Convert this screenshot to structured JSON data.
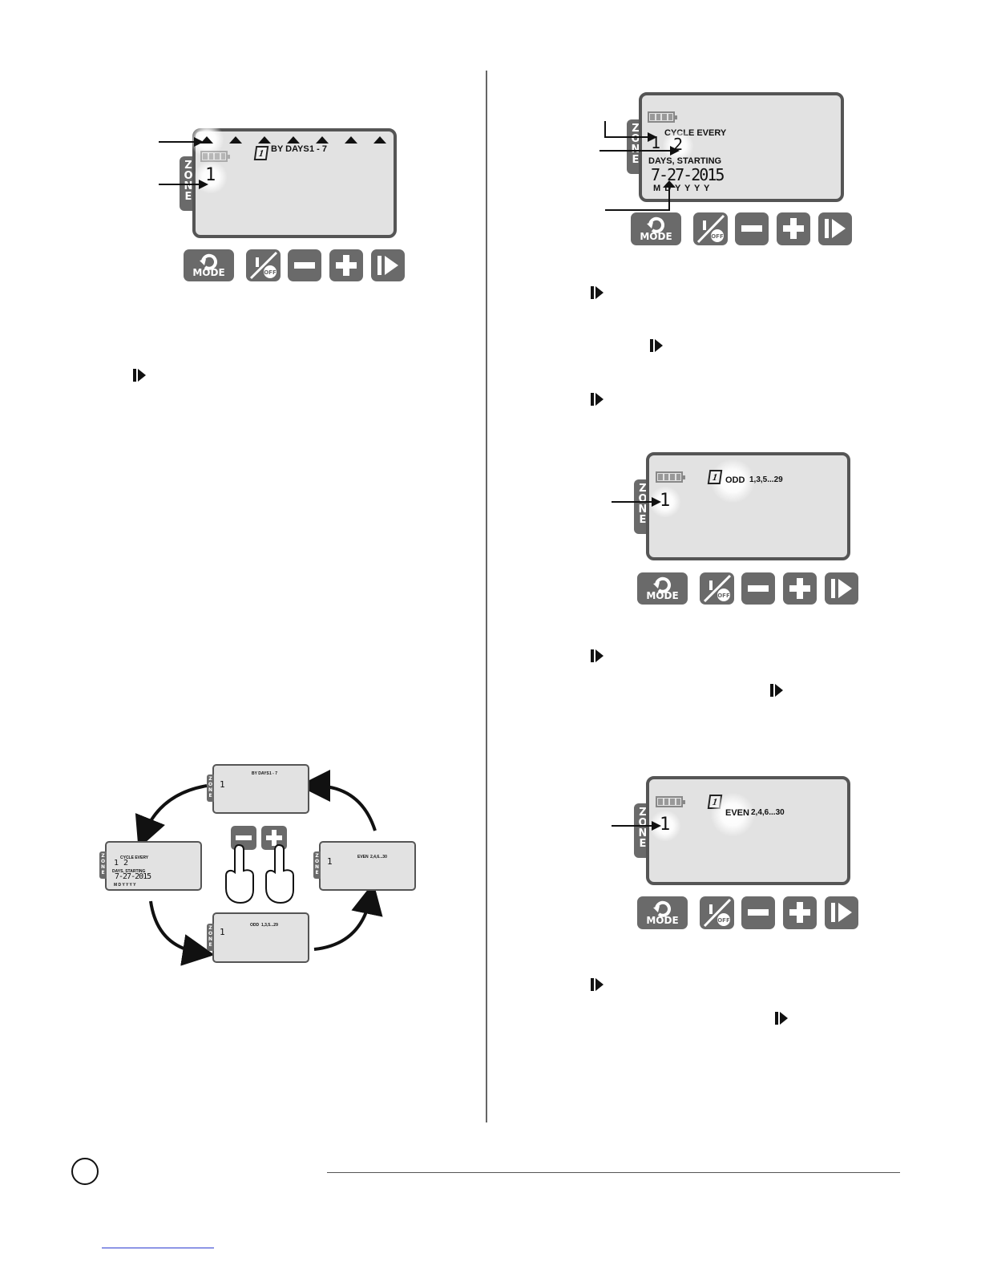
{
  "screens": {
    "by_days": {
      "zone_label": "ZONE",
      "zone_value": "1",
      "mode_text": "BY DAYS",
      "range_text": "1 - 7",
      "calendar_digit": "1"
    },
    "cycle": {
      "zone_label": "ZONE",
      "zone_value": "1",
      "cycle_label": "CYCLE EVERY",
      "cycle_value": "2",
      "days_starting": "DAYS, STARTING",
      "date_value": "7-27-2015",
      "date_format": "M   D Y Y Y Y"
    },
    "odd": {
      "zone_label": "ZONE",
      "zone_value": "1",
      "mode_text": "ODD",
      "range_text": "1,3,5...29",
      "calendar_digit": "1"
    },
    "even": {
      "zone_label": "ZONE",
      "zone_value": "1",
      "mode_text": "EVEN",
      "range_text": "2,4,6...30",
      "calendar_digit": "1"
    }
  },
  "cycle_diagram": {
    "by_days": {
      "mode_text": "BY DAYS",
      "range_text": "1 - 7",
      "zone_value": "1"
    },
    "cycle": {
      "cycle_label": "CYCLE EVERY",
      "cycle_value": "1  2",
      "days_starting": "DAYS, STARTING",
      "date_value": "7-27-2015",
      "date_format": "M  D Y Y Y Y"
    },
    "odd": {
      "mode_text": "ODD",
      "range_text": "1,3,5...29",
      "zone_value": "1"
    },
    "even": {
      "mode_text": "EVEN",
      "range_text": "2,4,6...30",
      "zone_value": "1"
    }
  },
  "buttons": {
    "mode_label": "MODE",
    "off_label": "OFF"
  },
  "icons": [
    "next-icon",
    "minus-icon",
    "plus-icon",
    "mode-icon",
    "sprinkler-off-icon",
    "finger-icon",
    "calendar-icon",
    "battery-icon"
  ]
}
